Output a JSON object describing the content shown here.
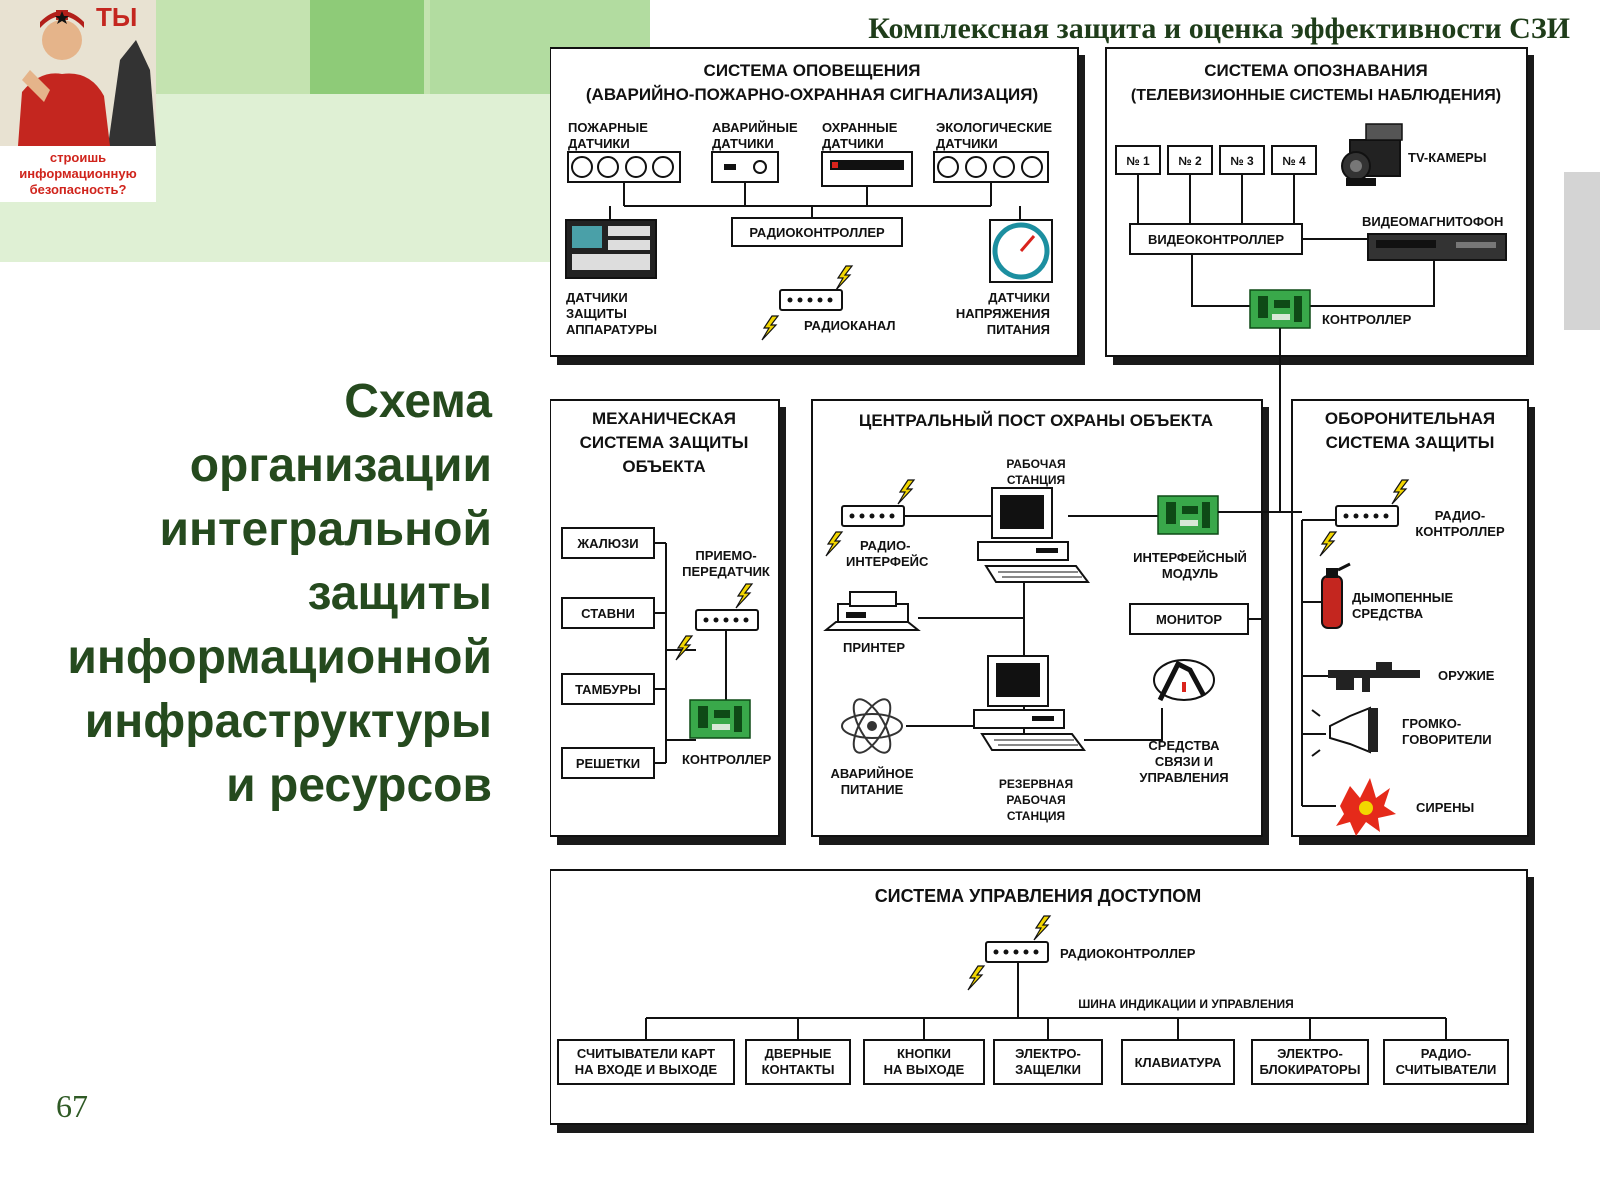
{
  "slide_title": "Комплексная защита и оценка эффективности СЗИ",
  "main_heading": [
    "Схема",
    "организации",
    "интегральной",
    "защиты",
    "информационной",
    "инфраструктуры",
    "и ресурсов"
  ],
  "page_number": "67",
  "poster": {
    "top_text": "ТЫ",
    "bottom_lines": [
      "строишь",
      "информационную",
      "безопасность?"
    ]
  },
  "colors": {
    "heading": "#254a1e",
    "pcb_green": "#39a84a",
    "bolt_yellow": "#f2d600"
  },
  "alert_system": {
    "title_lines": [
      "СИСТЕМА ОПОВЕЩЕНИЯ",
      "(АВАРИЙНО-ПОЖАРНО-ОХРАННАЯ СИГНАЛИЗАЦИЯ)"
    ],
    "fire_sensors": [
      "ПОЖАРНЫЕ",
      "ДАТЧИКИ"
    ],
    "emergency_sensors": [
      "АВАРИЙНЫЕ",
      "ДАТЧИКИ"
    ],
    "security_sensors": [
      "ОХРАННЫЕ",
      "ДАТЧИКИ"
    ],
    "eco_sensors": [
      "ЭКОЛОГИЧЕСКИЕ",
      "ДАТЧИКИ"
    ],
    "radio_controller": "РАДИОКОНТРОЛЛЕР",
    "equipment_sensors": [
      "ДАТЧИКИ",
      "ЗАЩИТЫ",
      "АППАРАТУРЫ"
    ],
    "radio_channel": "РАДИОКАНАЛ",
    "voltage_sensors": [
      "ДАТЧИКИ",
      "НАПРЯЖЕНИЯ",
      "ПИТАНИЯ"
    ]
  },
  "recognition_system": {
    "title_lines": [
      "СИСТЕМА ОПОЗНАВАНИЯ",
      "(ТЕЛЕВИЗИОННЫЕ СИСТЕМЫ НАБЛЮДЕНИЯ)"
    ],
    "monitors": [
      "№ 1",
      "№ 2",
      "№ 3",
      "№ 4"
    ],
    "tv_cameras": "TV-КАМЕРЫ",
    "video_recorder": "ВИДЕОМАГНИТОФОН",
    "video_controller": "ВИДЕОКОНТРОЛЛЕР",
    "controller": "КОНТРОЛЛЕР"
  },
  "mechanical_system": {
    "title_lines": [
      "МЕХАНИЧЕСКАЯ",
      "СИСТЕМА ЗАЩИТЫ",
      "ОБЪЕКТА"
    ],
    "items": [
      "ЖАЛЮЗИ",
      "СТАВНИ",
      "ТАМБУРЫ",
      "РЕШЕТКИ"
    ],
    "transceiver": [
      "ПРИЕМО-",
      "ПЕРЕДАТЧИК"
    ],
    "controller": "КОНТРОЛЛЕР"
  },
  "central_post": {
    "title": "ЦЕНТРАЛЬНЫЙ ПОСТ ОХРАНЫ ОБЪЕКТА",
    "workstation": [
      "РАБОЧАЯ",
      "СТАНЦИЯ"
    ],
    "radio_interface": [
      "РАДИО-",
      "ИНТЕРФЕЙС"
    ],
    "interface_module": [
      "ИНТЕРФЕЙСНЫЙ",
      "МОДУЛЬ"
    ],
    "monitor": "МОНИТОР",
    "printer": "ПРИНТЕР",
    "emergency_power": [
      "АВАРИЙНОЕ",
      "ПИТАНИЕ"
    ],
    "backup_workstation": [
      "РЕЗЕРВНАЯ",
      "РАБОЧАЯ",
      "СТАНЦИЯ"
    ],
    "comms": [
      "СРЕДСТВА",
      "СВЯЗИ И",
      "УПРАВЛЕНИЯ"
    ]
  },
  "defensive_system": {
    "title_lines": [
      "ОБОРОНИТЕЛЬНАЯ",
      "СИСТЕМА ЗАЩИТЫ"
    ],
    "radio_controller": [
      "РАДИО-",
      "КОНТРОЛЛЕР"
    ],
    "smoke": [
      "ДЫМОПЕННЫЕ",
      "СРЕДСТВА"
    ],
    "weapons": "ОРУЖИЕ",
    "loudspeakers": [
      "ГРОМКО-",
      "ГОВОРИТЕЛИ"
    ],
    "sirens": "СИРЕНЫ"
  },
  "access_control": {
    "title": "СИСТЕМА УПРАВЛЕНИЯ ДОСТУПОМ",
    "radio_controller": "РАДИОКОНТРОЛЛЕР",
    "bus": "ШИНА ИНДИКАЦИИ И УПРАВЛЕНИЯ",
    "items": [
      [
        "СЧИТЫВАТЕЛИ КАРТ",
        "НА ВХОДЕ И ВЫХОДЕ"
      ],
      [
        "ДВЕРНЫЕ",
        "КОНТАКТЫ"
      ],
      [
        "КНОПКИ",
        "НА ВЫХОДЕ"
      ],
      [
        "ЭЛЕКТРО-",
        "ЗАЩЕЛКИ"
      ],
      [
        "КЛАВИАТУРА"
      ],
      [
        "ЭЛЕКТРО-",
        "БЛОКИРАТОРЫ"
      ],
      [
        "РАДИО-",
        "СЧИТЫВАТЕЛИ"
      ]
    ]
  }
}
